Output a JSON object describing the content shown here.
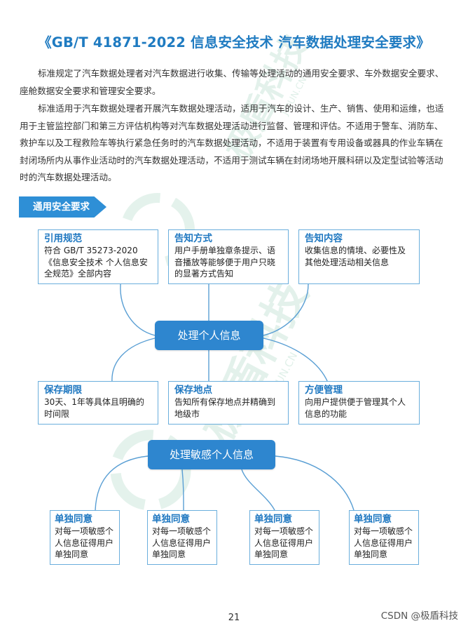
{
  "title": "《GB/T 41871-2022 信息安全技术 汽车数据处理安全要求》",
  "paragraphs": [
    "标准规定了汽车数据处理者对汽车数据进行收集、传输等处理活动的通用安全要求、车外数据安全要求、座舱数据安全要求和管理安全要求。",
    "标准适用于汽车数据处理者开展汽车数据处理活动，适用于汽车的设计、生产、销售、使用和运维，也适用于主管监控部门和第三方评估机构等对汽车数据处理活动进行监督、管理和评估。不适用于警车、消防车、救护车以及工程救险车等执行紧急任务时的汽车数据处理活动，不适用于装置有专用设备或器具的作业车辆在封闭场所内从事作业活动时的汽车数据处理活动，不适用于测试车辆在封闭场地开展科研以及定型试验等活动时的汽车数据处理活动。"
  ],
  "section_banner": "通用安全要求",
  "diagram": {
    "center1": "处理个人信息",
    "center2": "处理敏感个人信息",
    "top_boxes": [
      {
        "title": "引用规范",
        "body": "符合 GB/T 35273-2020《信息安全技术 个人信息安全规范》全部内容"
      },
      {
        "title": "告知方式",
        "body": "用户手册单独章条提示、语音播放等能够便于用户只晓的显著方式告知"
      },
      {
        "title": "告知内容",
        "body": "收集信息的情境、必要性及其他处理活动相关信息"
      }
    ],
    "mid_boxes": [
      {
        "title": "保存期限",
        "body": "30天、1年等具体且明确的时间限"
      },
      {
        "title": "保存地点",
        "body": "告知所有保存地点并精确到地级市"
      },
      {
        "title": "方便管理",
        "body": "向用户提供便于管理其个人信息的功能"
      }
    ],
    "bottom_boxes": [
      {
        "title": "单独同意",
        "body": "对每一项敏感个人信息征得用户单独同意"
      },
      {
        "title": "单独同意",
        "body": "对每一项敏感个人信息征得用户单独同意"
      },
      {
        "title": "单独同意",
        "body": "对每一项敏感个人信息征得用户单独同意"
      },
      {
        "title": "单独同意",
        "body": "对每一项敏感个人信息征得用户单独同意"
      }
    ]
  },
  "watermark": {
    "main": "极盾科技",
    "sub": "JIDUN.CN"
  },
  "page_number": "21",
  "credit": "CSDN @极盾科技",
  "colors": {
    "title": "#1f7bc1",
    "banner": "#2e8fd6",
    "center": "#2e86cf",
    "box_border": "#6aaedc",
    "line": "#5a9fd4"
  }
}
